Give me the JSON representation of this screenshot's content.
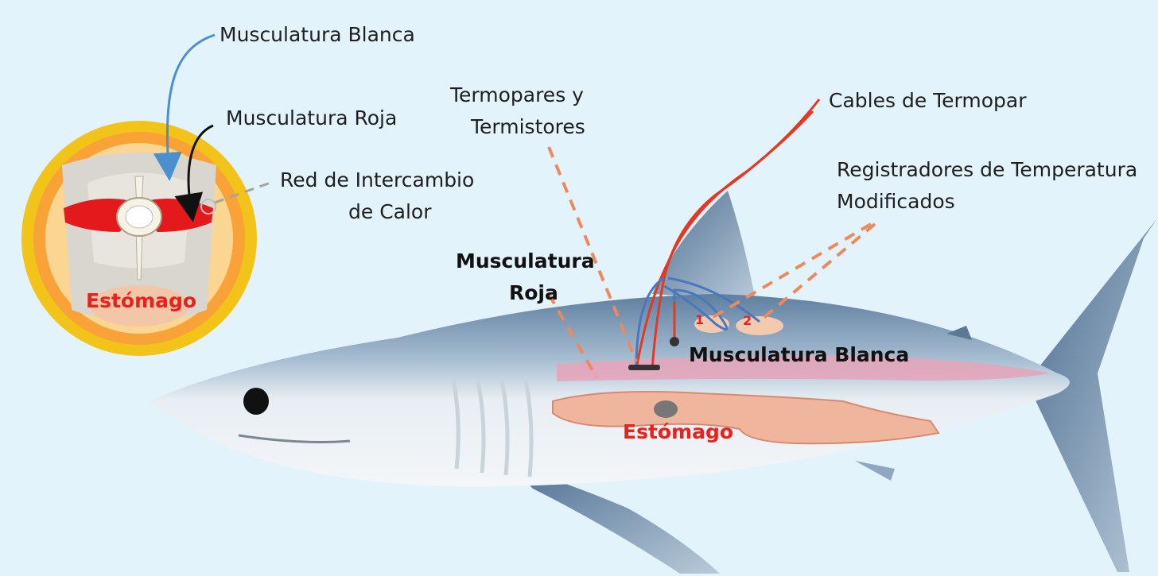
{
  "cross_section": {
    "white_muscle": "Musculatura Blanca",
    "red_muscle": "Musculatura Roja",
    "heat_exchange_line1": "Red de Intercambio",
    "heat_exchange_line2": "de Calor",
    "stomach": "Estómago"
  },
  "shark": {
    "thermocouples_line1": "Termopares y",
    "thermocouples_line2": "Termistores",
    "cables": "Cables de Termopar",
    "loggers_line1": "Registradores de Temperatura",
    "loggers_line2": "Modificados",
    "red_muscle_line1": "Musculatura",
    "red_muscle_line2": "Roja",
    "white_muscle": "Musculatura Blanca",
    "stomach": "Estómago",
    "logger_1": "1",
    "logger_2": "2"
  },
  "colors": {
    "background": "#e3f3fb",
    "label_red": "#e8211d",
    "dashed_leader": "#ec8a5e",
    "cable_red": "#e23a22",
    "cable_blue": "#4a78bd",
    "arrow_blue": "#4a90d0"
  }
}
